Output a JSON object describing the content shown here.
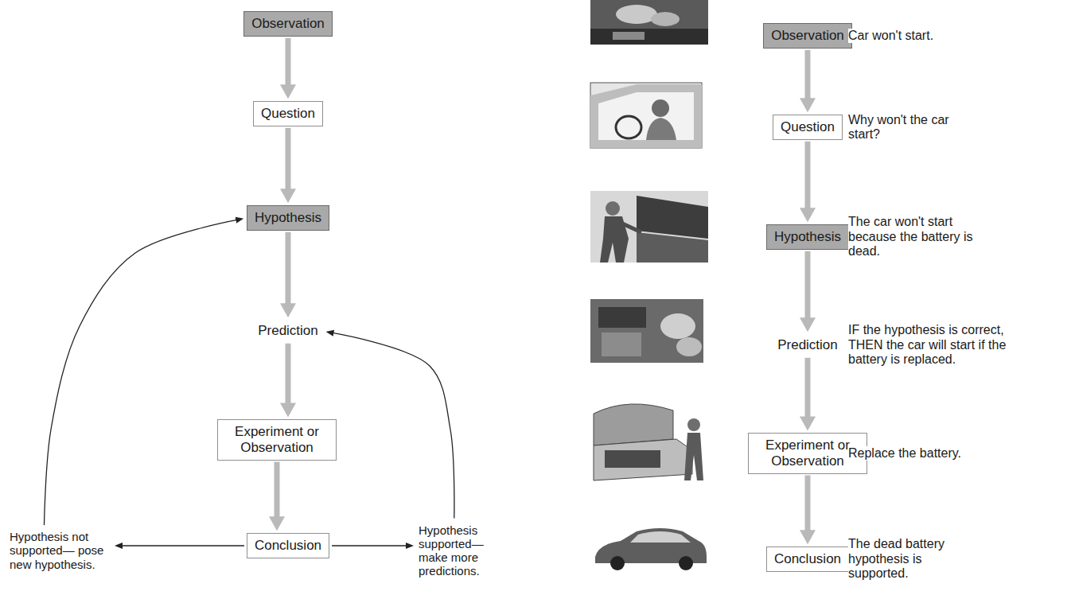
{
  "diagram": {
    "nodes": [
      {
        "text": [
          "Observation"
        ]
      },
      {
        "text": [
          "Question"
        ]
      },
      {
        "text": [
          "Hypothesis"
        ]
      },
      {
        "text": [
          "Prediction"
        ]
      },
      {
        "text": [
          "Experiment or Observation"
        ]
      },
      {
        "text": [
          "Conclusion"
        ]
      },
      {
        "text": [
          "Hypothesis not supported— pose new hypothesis."
        ]
      },
      {
        "text": [
          "Hypothesis supported— make more predictions."
        ]
      },
      {
        "text": [
          "Observation"
        ]
      },
      {
        "text": [
          "Question"
        ]
      },
      {
        "text": [
          "Hypothesis"
        ]
      },
      {
        "text": [
          "Prediction"
        ]
      },
      {
        "text": [
          "Experiment or Observation"
        ]
      },
      {
        "text": [
          "Conclusion"
        ]
      }
    ],
    "edges": [
      {
        "from": 0,
        "to": 1,
        "arrow": "to"
      },
      {
        "from": 1,
        "to": 2,
        "arrow": "to"
      },
      {
        "from": 2,
        "to": 3,
        "arrow": "to"
      },
      {
        "from": 3,
        "to": 4,
        "arrow": "to"
      },
      {
        "from": 4,
        "to": 5,
        "arrow": "to"
      },
      {
        "from": 5,
        "to": 6,
        "arrow": "to"
      },
      {
        "from": 5,
        "to": 7,
        "arrow": "to"
      },
      {
        "from": 6,
        "to": 2,
        "arrow": "to"
      },
      {
        "from": 7,
        "to": 3,
        "arrow": "to"
      },
      {
        "from": 8,
        "to": 9,
        "arrow": "to"
      },
      {
        "from": 9,
        "to": 10,
        "arrow": "to"
      },
      {
        "from": 10,
        "to": 11,
        "arrow": "to"
      },
      {
        "from": 11,
        "to": 12,
        "arrow": "to"
      },
      {
        "from": 12,
        "to": 13,
        "arrow": "to"
      }
    ],
    "labels": [
      "Car won't start.",
      "Why won't the car start?",
      "The car won't start because the battery is dead.",
      "IF the hypothesis is correct, THEN the car will start if the battery is replaced.",
      "Replace the battery.",
      "The dead battery hypothesis is supported."
    ]
  }
}
